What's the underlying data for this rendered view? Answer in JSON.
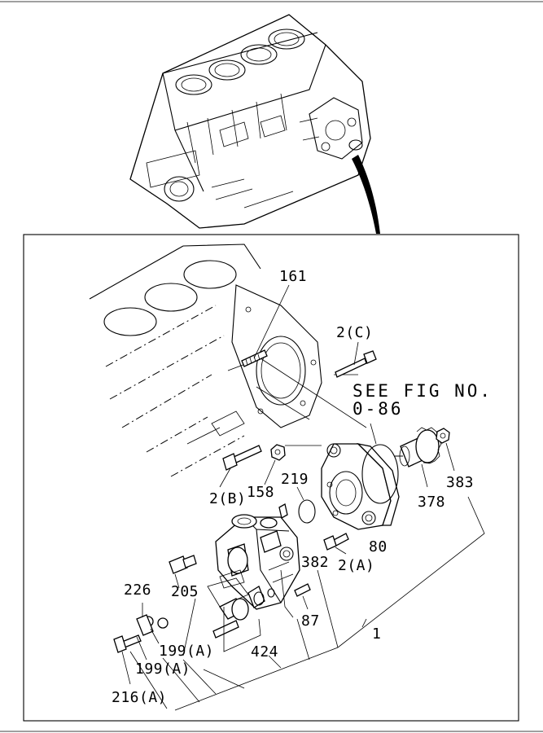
{
  "note": {
    "line1": "SEE FIG NO.",
    "line2": "0-86"
  },
  "callouts": {
    "c161": "161",
    "c2c": "2(C)",
    "c2b": "2(B)",
    "c158": "158",
    "c219": "219",
    "c378": "378",
    "c383": "383",
    "c80": "80",
    "c382": "382",
    "c2a": "2(A)",
    "c226": "226",
    "c205": "205",
    "c87": "87",
    "c199a_1": "199(A)",
    "c199a_2": "199(A)",
    "c424": "424",
    "c1": "1",
    "c216a": "216(A)"
  }
}
